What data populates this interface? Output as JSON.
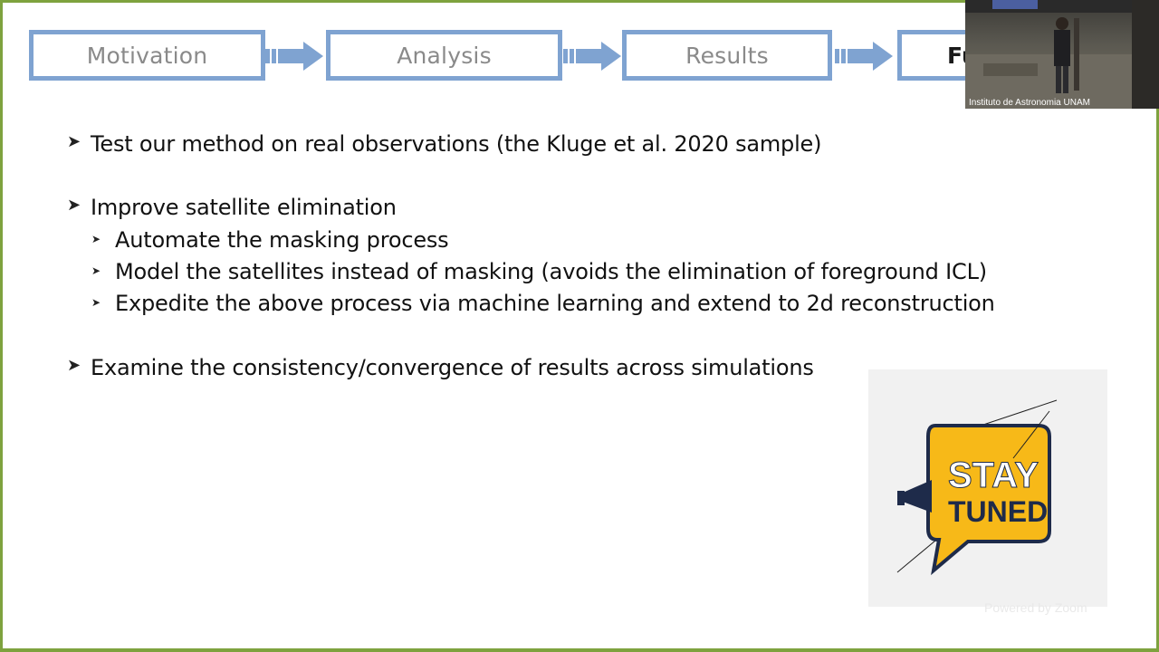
{
  "nav": {
    "steps": [
      {
        "label": "Motivation"
      },
      {
        "label": "Analysis"
      },
      {
        "label": "Results"
      },
      {
        "label": "Fu"
      }
    ]
  },
  "bullets": {
    "b1": "Test our method on real observations (the Kluge et al. 2020 sample)",
    "b2": "Improve satellite elimination",
    "b2_sub": [
      "Automate the masking process",
      "Model the satellites instead of masking (avoids the elimination of foreground ICL)",
      "Expedite the above process via machine learning and extend to 2d reconstruction"
    ],
    "b3": "Examine the consistency/convergence of results across simulations"
  },
  "sticker": {
    "line1": "STAY",
    "line2": "TUNED"
  },
  "webcam": {
    "label": "Instituto de Astronomia UNAM"
  },
  "watermark": "Powered by Zoom",
  "colors": {
    "frame": "#7ea23e",
    "step_border": "#7fa3d1",
    "arrow": "#7fa3d1",
    "sticker_yellow": "#f7b918",
    "sticker_navy": "#1e2b4a"
  }
}
